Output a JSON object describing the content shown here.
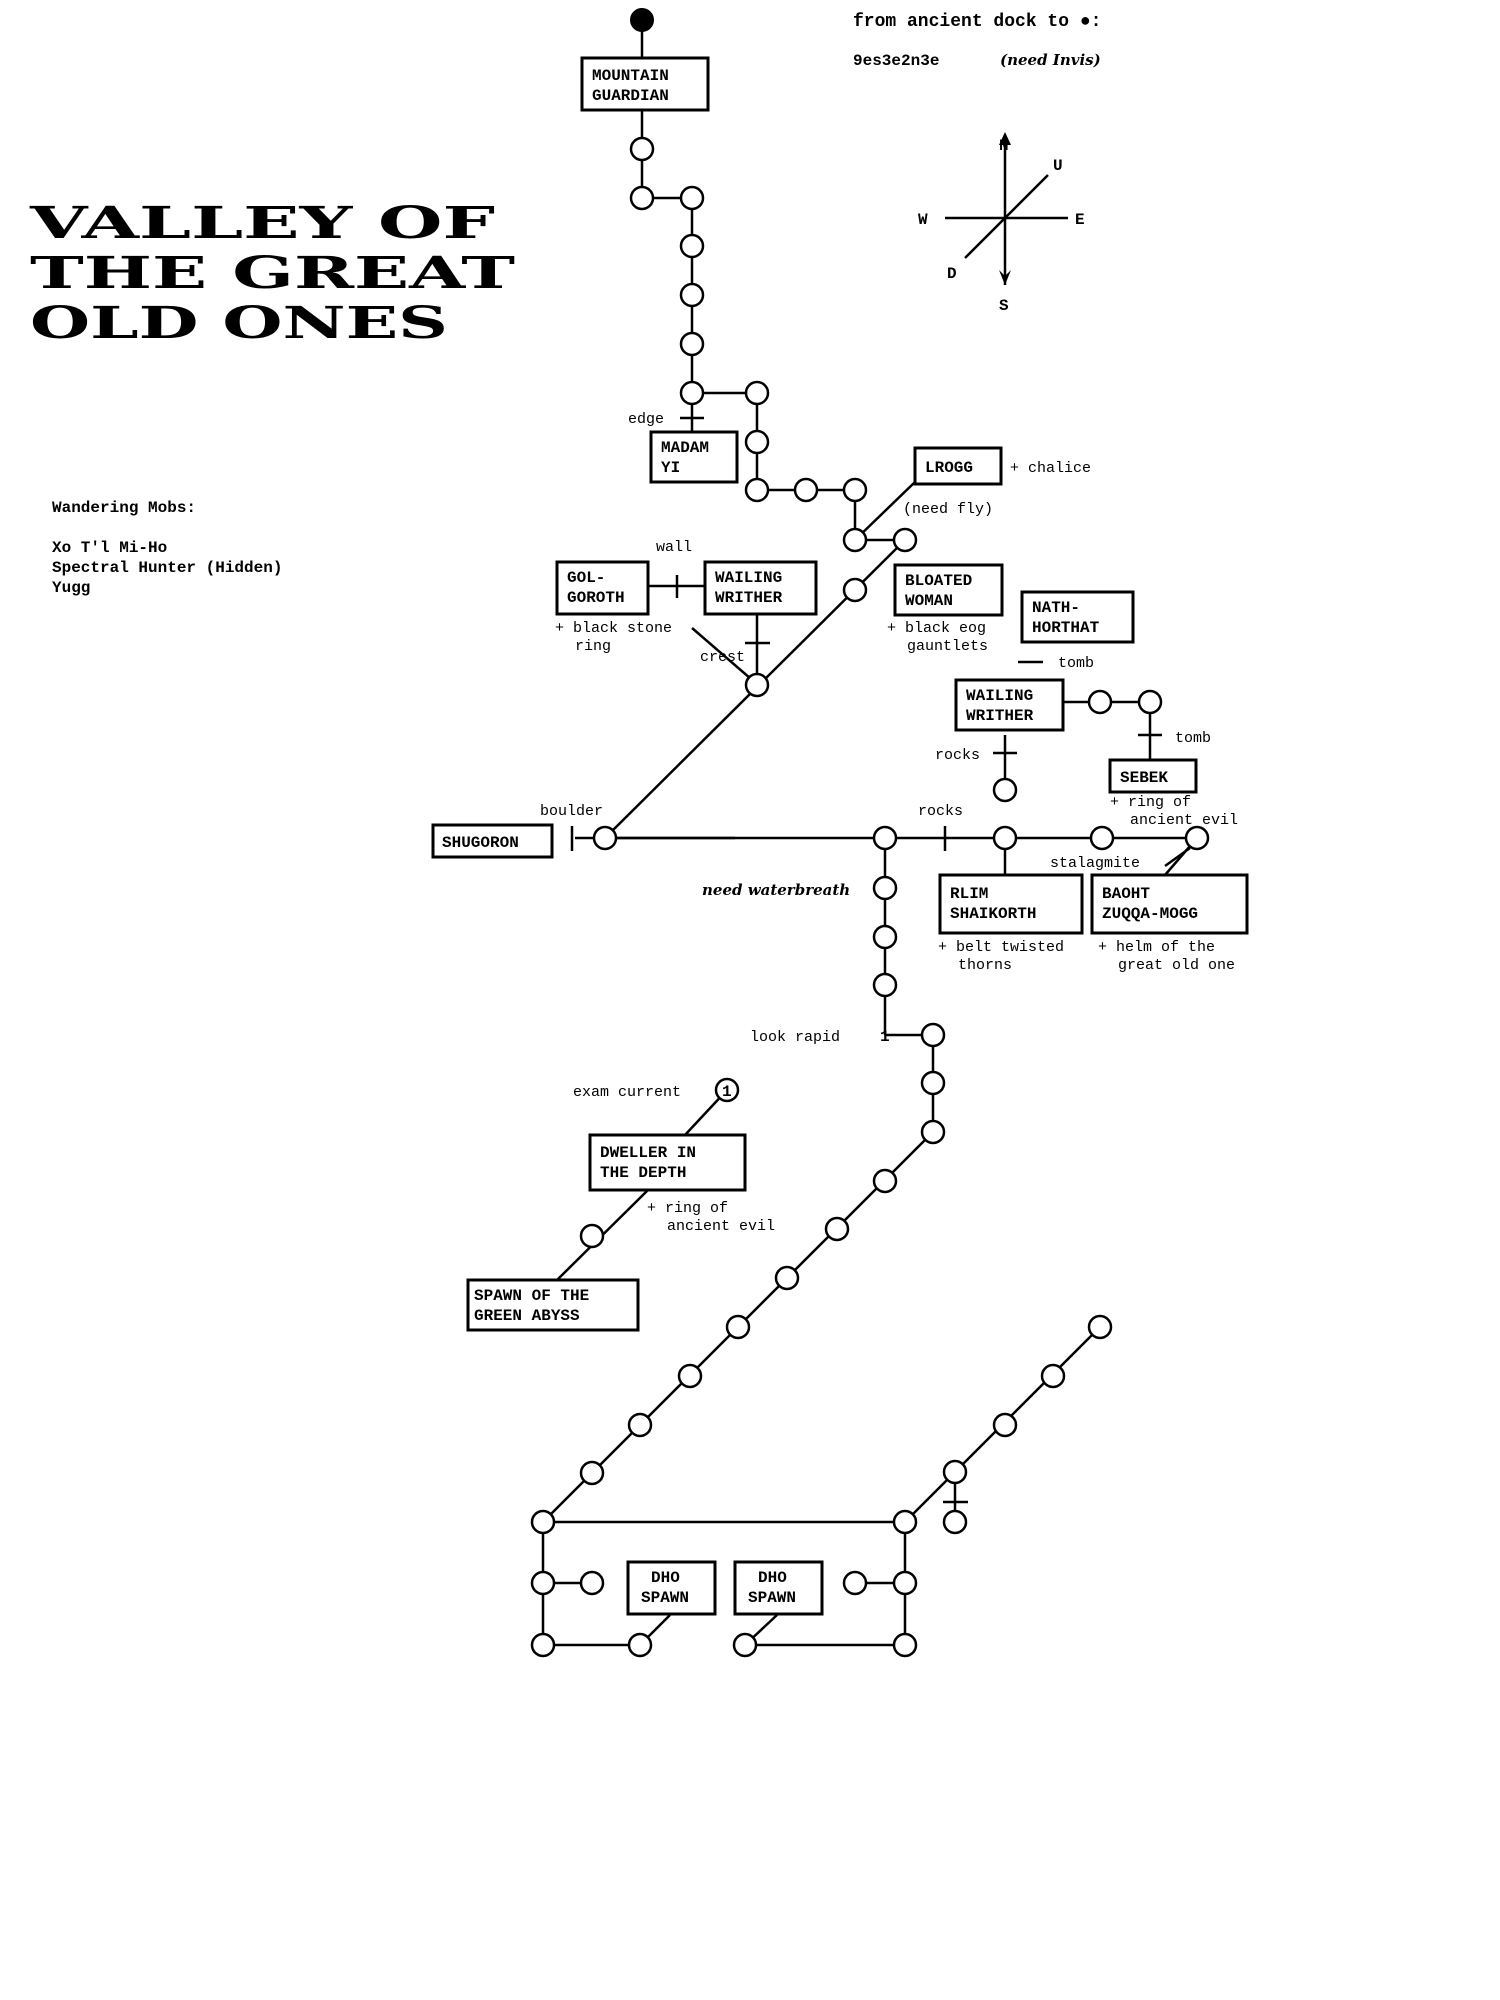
{
  "title": {
    "line1": "VALLEY OF",
    "line2": "THE GREAT",
    "line3": "OLD ONES"
  },
  "header": {
    "from_dock": "from ancient dock to ●:",
    "route": "9es3e2n3e",
    "route_note": "(need Invis)"
  },
  "compass": {
    "n": "N",
    "s": "S",
    "e": "E",
    "w": "W",
    "u": "U",
    "d": "D"
  },
  "wandering": {
    "heading": "Wandering Mobs:",
    "mobs": [
      "Xo T'l Mi-Ho",
      "Spectral Hunter (Hidden)",
      "Yugg"
    ]
  },
  "mobs": {
    "mountain_guardian": [
      "MOUNTAIN",
      "GUARDIAN"
    ],
    "madam_yi": [
      "MADAM",
      "YI"
    ],
    "lrogg": [
      "LROGG"
    ],
    "golgoroth": [
      "GOL-",
      "GOROTH"
    ],
    "wailing_writher_1": [
      "WAILING",
      "WRITHER"
    ],
    "bloated_woman": [
      "BLOATED",
      "WOMAN"
    ],
    "nath_horthat": [
      "NATH-",
      "HORTHAT"
    ],
    "wailing_writher_2": [
      "WAILING",
      "WRITHER"
    ],
    "sebek": [
      "SEBEK"
    ],
    "shugoron": [
      "SHUGORON"
    ],
    "rlim_shaikorth": [
      "RLIM",
      "SHAIKORTH"
    ],
    "baoht_zuqqa_mogg": [
      "BAOHT",
      "ZUQQA-MOGG"
    ],
    "dweller": [
      "DWELLER IN",
      "THE DEPTH"
    ],
    "spawn_green_abyss": [
      "SPAWN OF THE",
      "GREEN ABYSS"
    ],
    "dho_spawn_1": [
      "DHO",
      "SPAWN"
    ],
    "dho_spawn_2": [
      "DHO",
      "SPAWN"
    ]
  },
  "labels": {
    "edge": "edge",
    "chalice": "+ chalice",
    "need_fly": "(need fly)",
    "wall": "wall",
    "black_stone_ring": [
      "+ black stone",
      "ring"
    ],
    "crest": "crest",
    "black_eog": [
      "+ black eog",
      "gauntlets"
    ],
    "tomb_1": "tomb",
    "tomb_2": "tomb",
    "rocks_1": "rocks",
    "rocks_2": "rocks",
    "ring_ancient_1": [
      "+ ring of",
      "ancient evil"
    ],
    "boulder": "boulder",
    "stalagmite": "stalagmite",
    "need_waterbreath": "need waterbreath",
    "belt": [
      "+ belt twisted",
      "thorns"
    ],
    "helm": [
      "+ helm of the",
      "great old one"
    ],
    "look_rapid": "look rapid",
    "exam_current": "exam current",
    "ring_ancient_2": [
      "+ ring of",
      "ancient evil"
    ],
    "marker_1a": "1",
    "marker_1b": "1"
  }
}
